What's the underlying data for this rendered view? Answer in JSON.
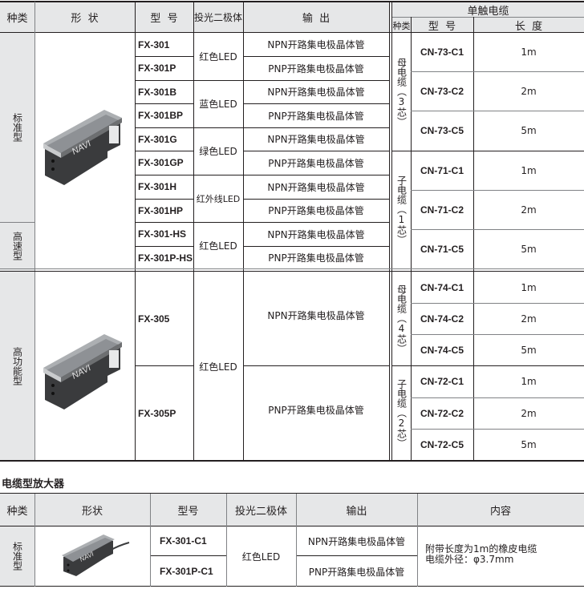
{
  "main_table": {
    "headers": {
      "kind": "种类",
      "shape": "形  状",
      "model": "型  号",
      "diode": "投光二极体",
      "output": "输  出",
      "cable_group": "单触电缆",
      "cable_kind": "种类",
      "cable_model": "型  号",
      "cable_length": "长  度"
    },
    "groups": [
      {
        "kind": "标准型"
      },
      {
        "kind": "高速型"
      },
      {
        "kind": "高功能型"
      }
    ],
    "rows": [
      {
        "model": "FX-301",
        "output": "NPN开路集电极晶体管"
      },
      {
        "model": "FX-301P",
        "output": "PNP开路集电极晶体管"
      },
      {
        "model": "FX-301B",
        "output": "NPN开路集电极晶体管"
      },
      {
        "model": "FX-301BP",
        "output": "PNP开路集电极晶体管"
      },
      {
        "model": "FX-301G",
        "output": "NPN开路集电极晶体管"
      },
      {
        "model": "FX-301GP",
        "output": "PNP开路集电极晶体管"
      },
      {
        "model": "FX-301H",
        "output": "NPN开路集电极晶体管"
      },
      {
        "model": "FX-301HP",
        "output": "PNP开路集电极晶体管"
      },
      {
        "model": "FX-301-HS",
        "output": "NPN开路集电极晶体管"
      },
      {
        "model": "FX-301P-HS",
        "output": "PNP开路集电极晶体管"
      },
      {
        "model": "FX-305",
        "output": "NPN开路集电极晶体管"
      },
      {
        "model": "FX-305P",
        "output": "PNP开路集电极晶体管"
      }
    ],
    "diodes": [
      "红色LED",
      "蓝色LED",
      "绿色LED",
      "红外线LED",
      "红色LED",
      "红色LED"
    ],
    "cable_kinds": [
      "母电缆（3芯）",
      "子电缆（1芯）",
      "母电缆（4芯）",
      "子电缆（2芯）"
    ],
    "cables": [
      {
        "model": "CN-73-C1",
        "length": "1m"
      },
      {
        "model": "CN-73-C2",
        "length": "2m"
      },
      {
        "model": "CN-73-C5",
        "length": "5m"
      },
      {
        "model": "CN-71-C1",
        "length": "1m"
      },
      {
        "model": "CN-71-C2",
        "length": "2m"
      },
      {
        "model": "CN-71-C5",
        "length": "5m"
      },
      {
        "model": "CN-74-C1",
        "length": "1m"
      },
      {
        "model": "CN-74-C2",
        "length": "2m"
      },
      {
        "model": "CN-74-C5",
        "length": "5m"
      },
      {
        "model": "CN-72-C1",
        "length": "1m"
      },
      {
        "model": "CN-72-C2",
        "length": "2m"
      },
      {
        "model": "CN-72-C5",
        "length": "5m"
      }
    ],
    "product_label": "NAVI"
  },
  "cable_amp": {
    "title": "电缆型放大器",
    "headers": {
      "kind": "种类",
      "shape": "形状",
      "model": "型号",
      "diode": "投光二极体",
      "output": "输出",
      "content": "内容"
    },
    "kind": "标准型",
    "rows": [
      {
        "model": "FX-301-C1",
        "output": "NPN开路集电极晶体管"
      },
      {
        "model": "FX-301P-C1",
        "output": "PNP开路集电极晶体管"
      }
    ],
    "diode": "红色LED",
    "content_line1": "附带长度为1m的橡皮电缆",
    "content_line2": "电缆外径：φ3.7mm",
    "product_label": "NAVI"
  }
}
